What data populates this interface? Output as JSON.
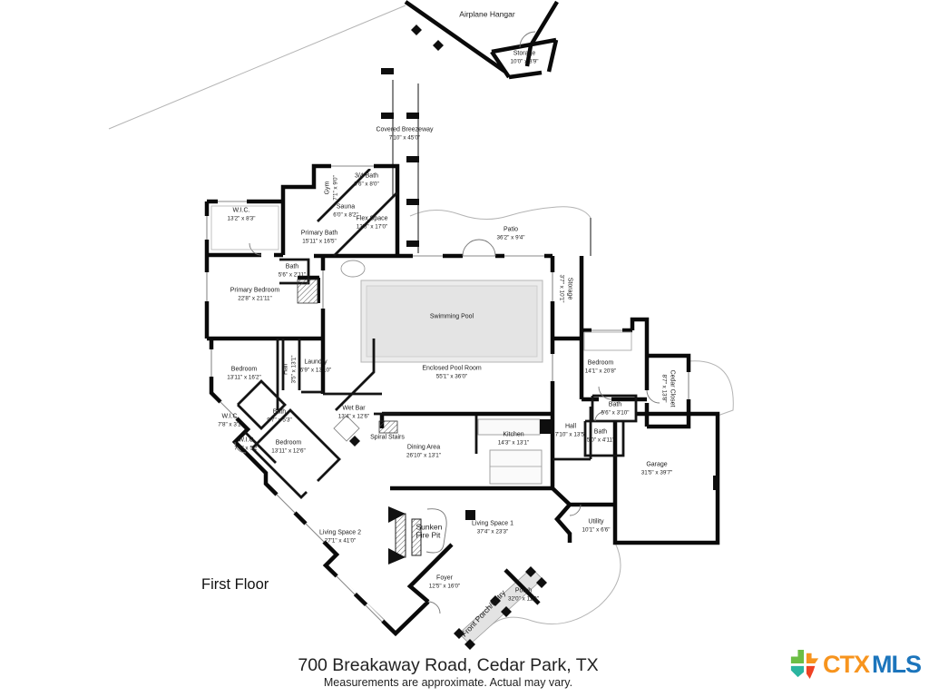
{
  "floor_plan": {
    "floor_label": "First Floor",
    "rooms": [
      {
        "name": "Airplane Hangar",
        "dims": ""
      },
      {
        "name": "Storage",
        "dims": "10'0\" x 3'9\""
      },
      {
        "name": "Covered Breezeway",
        "dims": "7'10\" x 45'0\""
      },
      {
        "name": "3/4 Bath",
        "dims": "9'6\" x 8'0\""
      },
      {
        "name": "Gym",
        "dims": "7'1\" x 9'0\""
      },
      {
        "name": "Sauna",
        "dims": "6'0\" x 8'2\""
      },
      {
        "name": "Flex Space",
        "dims": "13'8\" x 17'0\""
      },
      {
        "name": "W.I.C.",
        "dims": "13'2\" x 8'3\""
      },
      {
        "name": "Primary Bath",
        "dims": "15'11\" x 16'5\""
      },
      {
        "name": "Bath",
        "dims": "5'6\" x 2'11\""
      },
      {
        "name": "Primary Bedroom",
        "dims": "22'8\" x 21'11\""
      },
      {
        "name": "Patio",
        "dims": "36'2\" x 9'4\""
      },
      {
        "name": "Swimming Pool",
        "dims": ""
      },
      {
        "name": "Enclosed Pool Room",
        "dims": "55'1\" x 36'0\""
      },
      {
        "name": "Storage",
        "dims": "3'7\" x 10'1\""
      },
      {
        "name": "Bedroom",
        "dims": "14'1\" x 20'8\""
      },
      {
        "name": "Cedar Closet",
        "dims": "8'7\" x 13'8\""
      },
      {
        "name": "Bedroom",
        "dims": "13'11\" x 16'2\""
      },
      {
        "name": "Laundry",
        "dims": "6'9\" x 13'10\""
      },
      {
        "name": "Hall",
        "dims": "3'5\" x 13'1\""
      },
      {
        "name": "Wet Bar",
        "dims": "13'4\" x 12'6\""
      },
      {
        "name": "Bath",
        "dims": "9'7\" x 5'3\""
      },
      {
        "name": "W.I.C.",
        "dims": "7'8\" x 3'1\""
      },
      {
        "name": "W.I.C.",
        "dims": "7'9\" x 5'2\""
      },
      {
        "name": "Bedroom",
        "dims": "13'11\" x 12'6\""
      },
      {
        "name": "Spiral Stairs",
        "dims": ""
      },
      {
        "name": "Dining Area",
        "dims": "26'10\" x 13'1\""
      },
      {
        "name": "Kitchen",
        "dims": "14'3\" x 13'1\""
      },
      {
        "name": "Hall",
        "dims": "7'10\" x 13'5\""
      },
      {
        "name": "Bath",
        "dims": "5'6\" x 3'10\""
      },
      {
        "name": "Bath",
        "dims": "5'0\" x 4'11\""
      },
      {
        "name": "Garage",
        "dims": "31'5\" x 39'7\""
      },
      {
        "name": "Utility",
        "dims": "10'1\" x 6'6\""
      },
      {
        "name": "Living Space 2",
        "dims": "27'1\" x 41'0\""
      },
      {
        "name": "Sunken Fire Pit",
        "dims": ""
      },
      {
        "name": "Living Space 1",
        "dims": "37'4\" x 23'3\""
      },
      {
        "name": "Foyer",
        "dims": "12'5\" x 16'0\""
      },
      {
        "name": "Porch",
        "dims": "32'0\" x 11'0\""
      },
      {
        "name": "Front Porch/Entry",
        "dims": ""
      }
    ]
  },
  "footer": {
    "address": "700 Breakaway Road, Cedar Park, TX",
    "disclaimer": "Measurements are approximate.  Actual may vary."
  },
  "logo": {
    "ctx": "CTX",
    "mls": "MLS",
    "ctx_color": "#F7941E",
    "mls_color": "#1C75BC",
    "texas_green": "#6CBE45",
    "texas_orange": "#F7941E",
    "texas_teal": "#2BB5A0",
    "texas_red": "#EF4123"
  }
}
